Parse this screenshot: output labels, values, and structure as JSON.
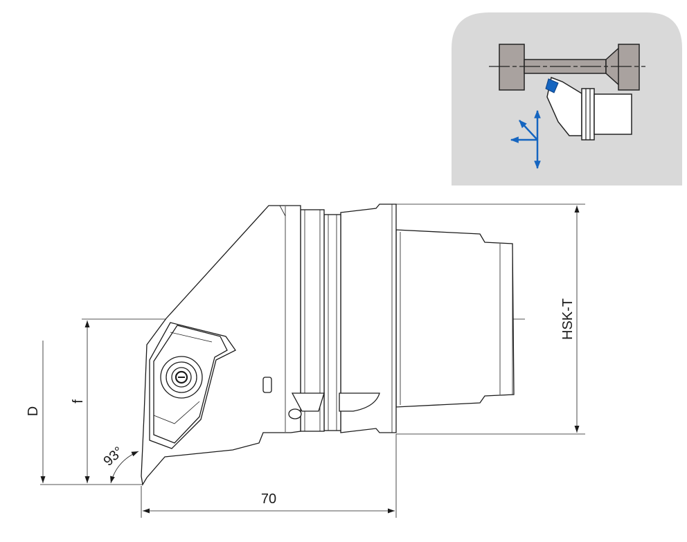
{
  "dimensions": {
    "length": "70",
    "diameter": "D",
    "offset": "f",
    "interface": "HSK-T",
    "angle": "93°"
  },
  "colors": {
    "line": "#1a1a1a",
    "inset_background": "#d9d9d9",
    "inset_workpiece": "#a9a29f",
    "arrow_blue": "#1565c0"
  },
  "icons": {
    "inset": "turning-operation-icon",
    "arrows": "feed-direction-arrows-icon"
  }
}
